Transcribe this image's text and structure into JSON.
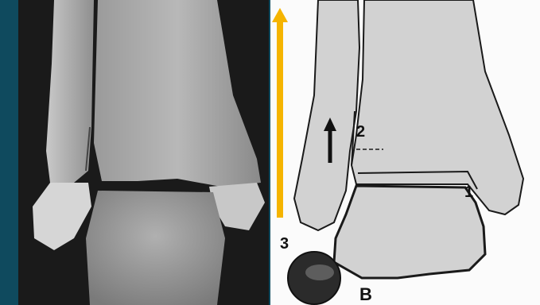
{
  "xray": {
    "description_icon": "ankle-xray-image"
  },
  "diagram": {
    "labels": {
      "one": "1",
      "two": "2",
      "three": "3",
      "b": "B"
    },
    "colors": {
      "bone_fill": "#d2d2d2",
      "outline": "#1a1a1a",
      "arrow": "#f5b400",
      "background": "#fbfbfb"
    }
  },
  "frame": {
    "background": "#0f4a5e"
  }
}
